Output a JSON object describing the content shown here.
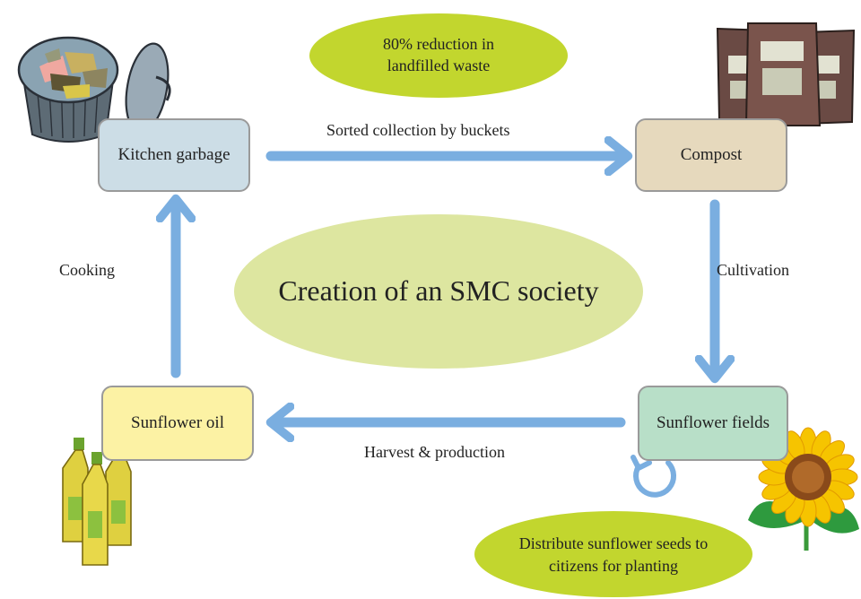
{
  "nodes": {
    "kitchen": "Kitchen garbage",
    "compost": "Compost",
    "fields": "Sunflower fields",
    "oil": "Sunflower oil"
  },
  "edges": {
    "collection": "Sorted collection by buckets",
    "cultivation": "Cultivation",
    "harvest": "Harvest & production",
    "cooking": "Cooking"
  },
  "center_title": "Creation of an SMC society",
  "callouts": {
    "reduction": "80% reduction in landfilled waste",
    "distribute": "Distribute sunflower seeds to citizens for planting"
  },
  "colors": {
    "arrow": "#7aaee0",
    "kitchen_fill": "#ccdde6",
    "compost_fill": "#e6d9bd",
    "fields_fill": "#b8dfc8",
    "oil_fill": "#fcf2a4",
    "center_ellipse": "#dde6a0",
    "callout_ellipse": "#c2d62e"
  }
}
